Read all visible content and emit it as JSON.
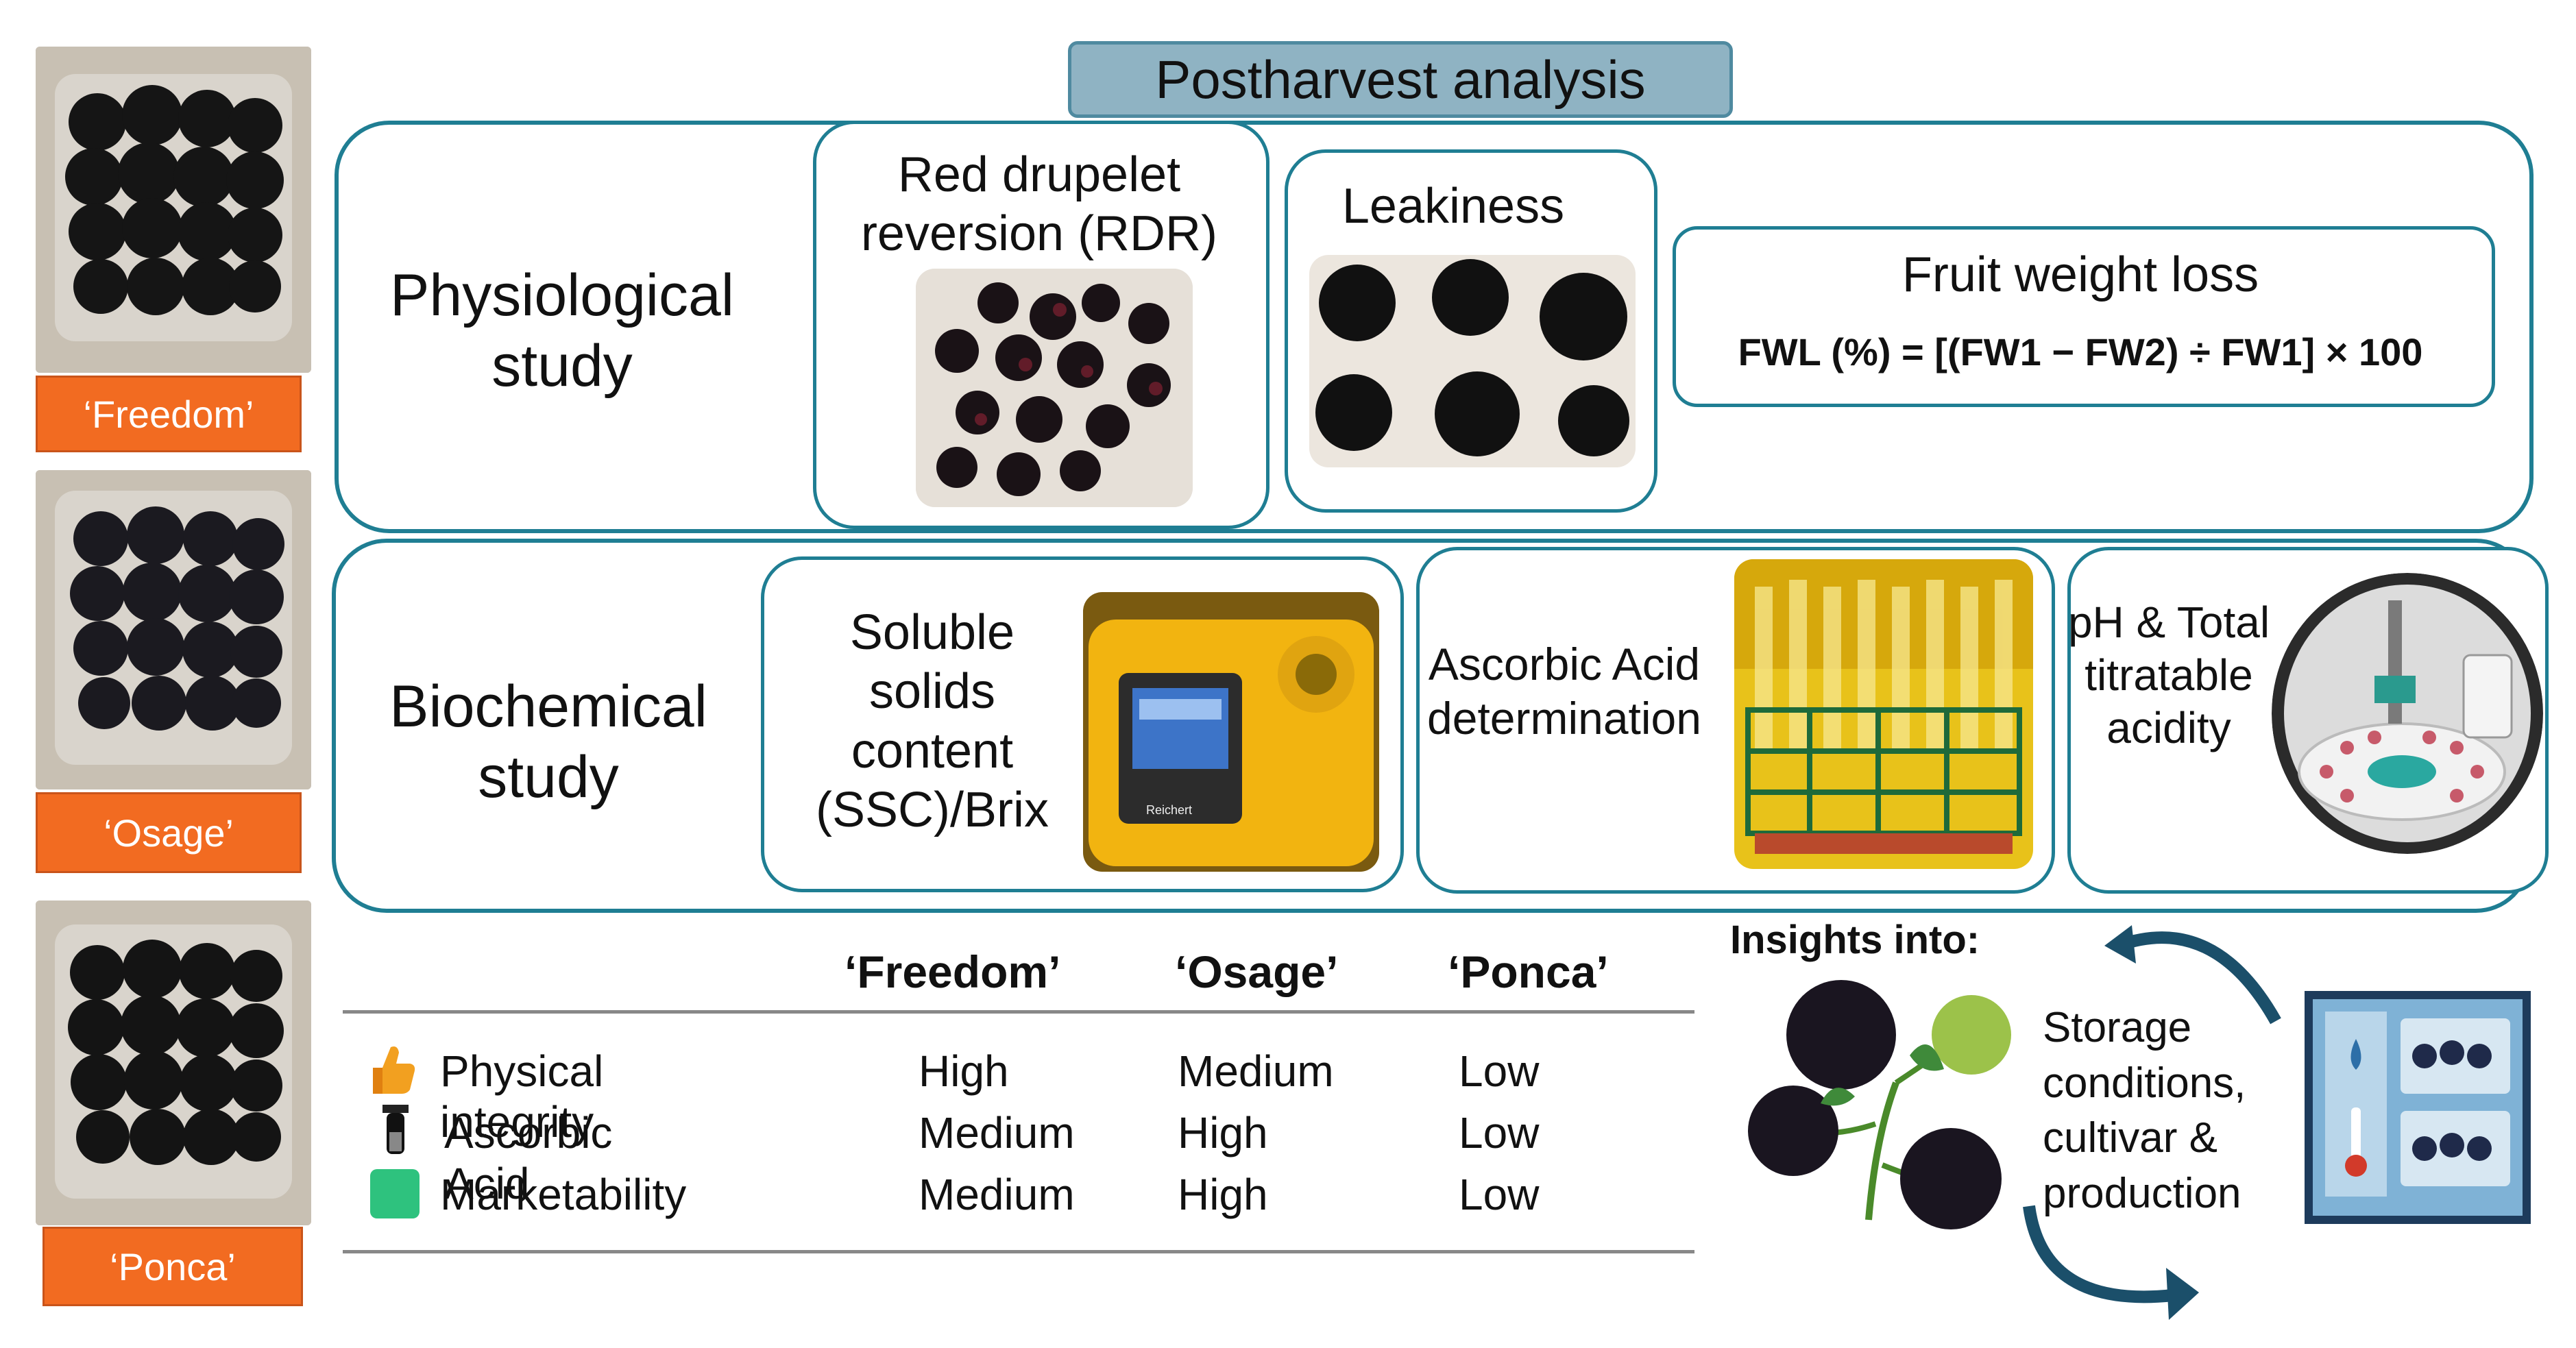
{
  "title": "Postharvest analysis",
  "cultivars": [
    {
      "label": "‘Freedom’"
    },
    {
      "label": "‘Osage’"
    },
    {
      "label": "‘Ponca’"
    }
  ],
  "physiological": {
    "heading": "Physiological study",
    "rdr": "Red drupelet reversion (RDR)",
    "leakiness": "Leakiness",
    "fwl_title": "Fruit weight loss",
    "fwl_formula": "FWL (%) = [(FW1 − FW2) ÷ FW1] × 100"
  },
  "biochemical": {
    "heading": "Biochemical study",
    "ssc": "Soluble solids content (SSC)/Brix",
    "ascorbic": "Ascorbic Acid determination",
    "ph": "pH & Total titratable acidity",
    "refractometer_brand": "Reichert"
  },
  "results_table": {
    "headers": [
      "‘Freedom’",
      "‘Osage’",
      "‘Ponca’"
    ],
    "rows": [
      {
        "label": "Physical integrity",
        "icon": "thumbs-up-icon",
        "values": [
          "High",
          "Medium",
          "Low"
        ]
      },
      {
        "label": "Ascorbic Acid",
        "icon": "test-tube-icon",
        "values": [
          "Medium",
          "High",
          "Low"
        ]
      },
      {
        "label": "Marketability",
        "icon": "green-square-icon",
        "values": [
          "Medium",
          "High",
          "Low"
        ]
      }
    ]
  },
  "insights": {
    "heading": "Insights into:",
    "text": "Storage conditions, cultivar & production"
  },
  "colors": {
    "accent": "#1f7e93",
    "title_fill": "#8fb3c3",
    "tag_fill": "#f26b21"
  }
}
